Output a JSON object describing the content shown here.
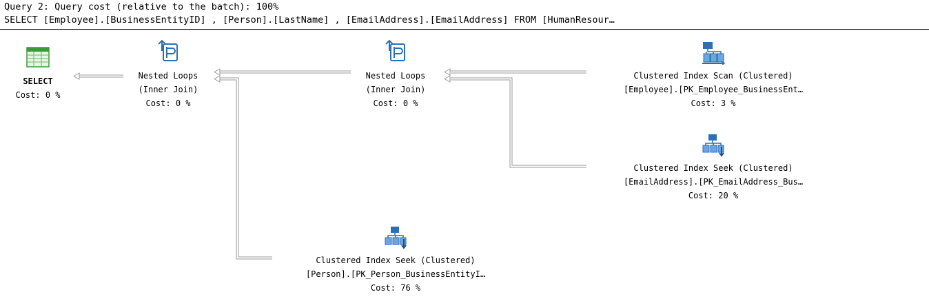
{
  "header": {
    "query_cost_line": "Query 2: Query cost (relative to the batch): 100%",
    "sql_line": "SELECT [Employee].[BusinessEntityID] , [Person].[LastName] , [EmailAddress].[EmailAddress] FROM [HumanResour…"
  },
  "operators": {
    "select": {
      "icon": "result-grid-icon",
      "name": "SELECT",
      "cost": "Cost: 0 %"
    },
    "nested_loops_1": {
      "icon": "nested-loops-icon",
      "name": "Nested Loops",
      "subtitle": "(Inner Join)",
      "cost": "Cost: 0 %"
    },
    "nested_loops_2": {
      "icon": "nested-loops-icon",
      "name": "Nested Loops",
      "subtitle": "(Inner Join)",
      "cost": "Cost: 0 %"
    },
    "clustered_index_scan_employee": {
      "icon": "clustered-index-scan-icon",
      "name": "Clustered Index Scan (Clustered)",
      "object": "[Employee].[PK_Employee_BusinessEnt…",
      "cost": "Cost: 3 %"
    },
    "clustered_index_seek_email": {
      "icon": "clustered-index-seek-icon",
      "name": "Clustered Index Seek (Clustered)",
      "object": "[EmailAddress].[PK_EmailAddress_Bus…",
      "cost": "Cost: 20 %"
    },
    "clustered_index_seek_person": {
      "icon": "clustered-index-seek-icon",
      "name": "Clustered Index Seek (Clustered)",
      "object": "[Person].[PK_Person_BusinessEntityI…",
      "cost": "Cost: 76 %"
    }
  },
  "colors": {
    "arrow": "#9a9a9a",
    "icon_blue": "#2b6fb8",
    "icon_light_blue": "#6aa6e0",
    "grid_green": "#3c9a3c"
  }
}
